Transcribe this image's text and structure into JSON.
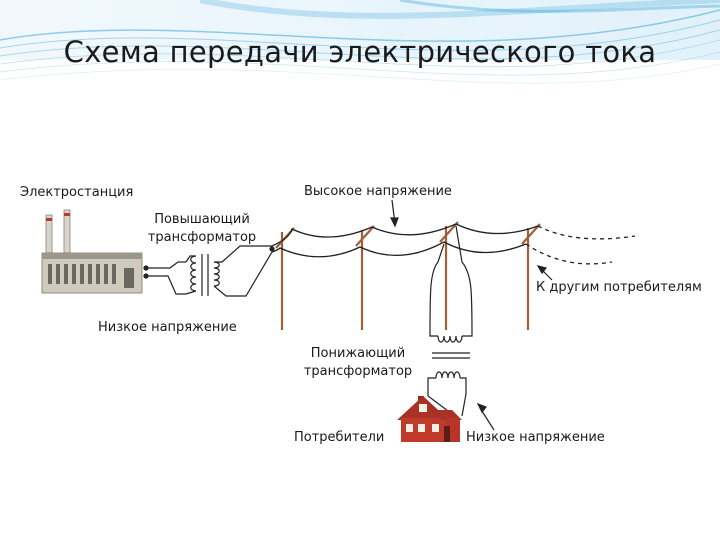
{
  "slide": {
    "title": "Схема передачи электрического тока"
  },
  "diagram": {
    "labels": {
      "power_station": "Электростанция",
      "step_up_line1": "Повышающий",
      "step_up_line2": "трансформатор",
      "low_voltage_source": "Низкое напряжение",
      "high_voltage": "Высокое напряжение",
      "other_consumers": "К другим потребителям",
      "step_down_line1": "Понижающий",
      "step_down_line2": "трансформатор",
      "consumers": "Потребители",
      "low_voltage_consumer": "Низкое напряжение"
    },
    "colors": {
      "wire": "#222222",
      "pole": "#a0603a",
      "house": "#c0392b",
      "factory": "#c9c3b8",
      "banner_blue": "#2f9fd8"
    }
  }
}
